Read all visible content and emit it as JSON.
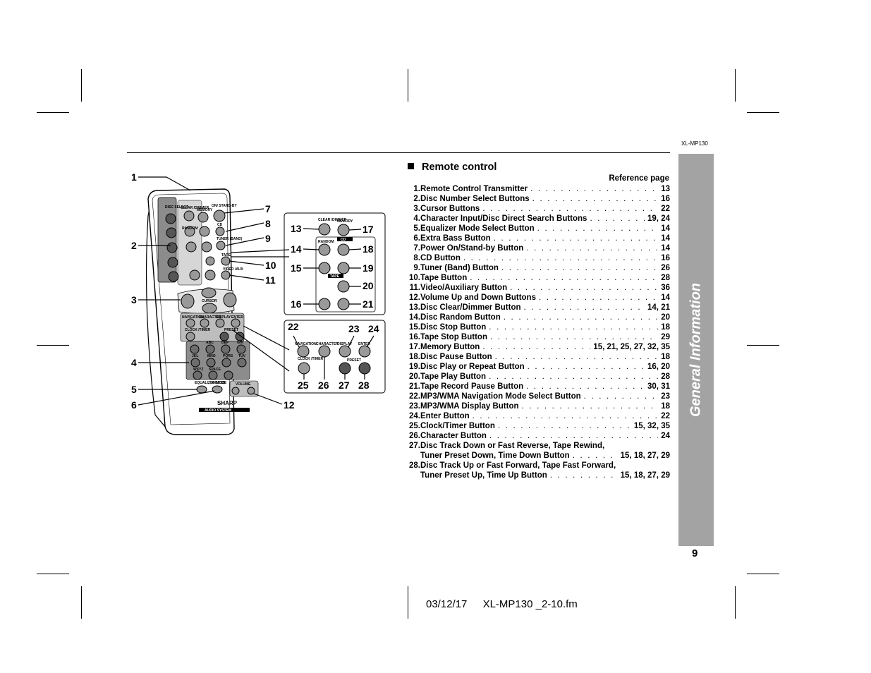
{
  "header": {
    "model": "XL-MP130"
  },
  "section": {
    "title": "Remote control",
    "ref_header": "Reference page"
  },
  "items": [
    {
      "num": "1.",
      "label": "Remote Control Transmitter",
      "pages": "13"
    },
    {
      "num": "2.",
      "label": "Disc Number Select Buttons",
      "pages": "16"
    },
    {
      "num": "3.",
      "label": "Cursor Buttons",
      "pages": "22"
    },
    {
      "num": "4.",
      "label": "Character Input/Disc Direct Search Buttons",
      "pages": "19, 24"
    },
    {
      "num": "5.",
      "label": "Equalizer Mode Select Button",
      "pages": "14"
    },
    {
      "num": "6.",
      "label": "Extra Bass Button",
      "pages": "14"
    },
    {
      "num": "7.",
      "label": "Power On/Stand-by Button",
      "pages": "14"
    },
    {
      "num": "8.",
      "label": "CD Button",
      "pages": "16"
    },
    {
      "num": "9.",
      "label": "Tuner (Band) Button",
      "pages": "26"
    },
    {
      "num": "10.",
      "label": "Tape Button",
      "pages": "28"
    },
    {
      "num": "11.",
      "label": "Video/Auxiliary Button",
      "pages": "36"
    },
    {
      "num": "12.",
      "label": "Volume Up and Down Buttons",
      "pages": "14"
    },
    {
      "num": "13.",
      "label": "Disc Clear/Dimmer Button",
      "pages": "14, 21"
    },
    {
      "num": "14.",
      "label": "Disc Random Button",
      "pages": "20"
    },
    {
      "num": "15.",
      "label": "Disc Stop Button",
      "pages": "18"
    },
    {
      "num": "16.",
      "label": "Tape Stop Button",
      "pages": "29"
    },
    {
      "num": "17.",
      "label": "Memory Button",
      "pages": "15, 21, 25, 27, 32, 35"
    },
    {
      "num": "18.",
      "label": "Disc Pause Button",
      "pages": "18"
    },
    {
      "num": "19.",
      "label": "Disc Play or Repeat Button",
      "pages": "16, 20"
    },
    {
      "num": "20.",
      "label": "Tape Play Button",
      "pages": "28"
    },
    {
      "num": "21.",
      "label": "Tape Record Pause Button",
      "pages": "30, 31"
    },
    {
      "num": "22.",
      "label": "MP3/WMA Navigation Mode Select Button",
      "pages": "23"
    },
    {
      "num": "23.",
      "label": "MP3/WMA Display Button",
      "pages": "18"
    },
    {
      "num": "24.",
      "label": "Enter Button",
      "pages": "22"
    },
    {
      "num": "25.",
      "label": "Clock/Timer Button",
      "pages": "15, 32, 35"
    },
    {
      "num": "26.",
      "label": "Character Button",
      "pages": "24"
    }
  ],
  "multi_items": [
    {
      "num": "27.",
      "line1": "Disc Track Down or Fast Reverse, Tape Rewind,",
      "line2": "Tuner Preset Down, Time Down Button",
      "pages": "15, 18, 27, 29"
    },
    {
      "num": "28.",
      "line1": "Disc Track Up or Fast Forward, Tape Fast Forward,",
      "line2": "Tuner Preset Up, Time Up Button",
      "pages": "15, 18, 27, 29"
    }
  ],
  "callouts": [
    "1",
    "2",
    "3",
    "4",
    "5",
    "6",
    "7",
    "8",
    "9",
    "10",
    "11",
    "12",
    "13",
    "14",
    "15",
    "16",
    "17",
    "18",
    "19",
    "20",
    "21",
    "22",
    "23",
    "24",
    "25",
    "26",
    "27",
    "28"
  ],
  "remote_labels": {
    "disc_select": "DISC SELECT",
    "clear_dimmer": "CLEAR /DIMMER",
    "memory": "MEMORY",
    "on_standby": "ON/ STAND-BY",
    "cd": "CD",
    "random": "RANDOM",
    "tuner_band": "TUNER (BAND)",
    "tape": "TAPE",
    "video_aux": "VIDEO /AUX",
    "cursor": "CURSOR",
    "navigation": "NAVIGATION",
    "character": "CHARACTER",
    "display": "DISPLAY",
    "enter": "ENTER",
    "clock_timer": "CLOCK /TIMER",
    "preset": "PRESET",
    "abc": "ABC",
    "def": "DEF",
    "ghi": "GHI",
    "jkl": "JKL",
    "mno": "MNO",
    "pqrs": "PQRS",
    "tuv": "TUV",
    "wxyz": "WXYZ",
    "space": "SPACE",
    "equalizer_mode": "EQUALIZER MODE",
    "x_bass": "X-BASS",
    "volume": "VOLUME",
    "brand": "SHARP",
    "audio_system": "AUDIO SYSTEM",
    "cd_tag": "CD",
    "tape_tag": "TAPE"
  },
  "footer": {
    "date": "03/12/17",
    "file": "XL-MP130 _2-10.fm"
  },
  "sidebar": {
    "text": "General Information"
  },
  "page_number": "9"
}
